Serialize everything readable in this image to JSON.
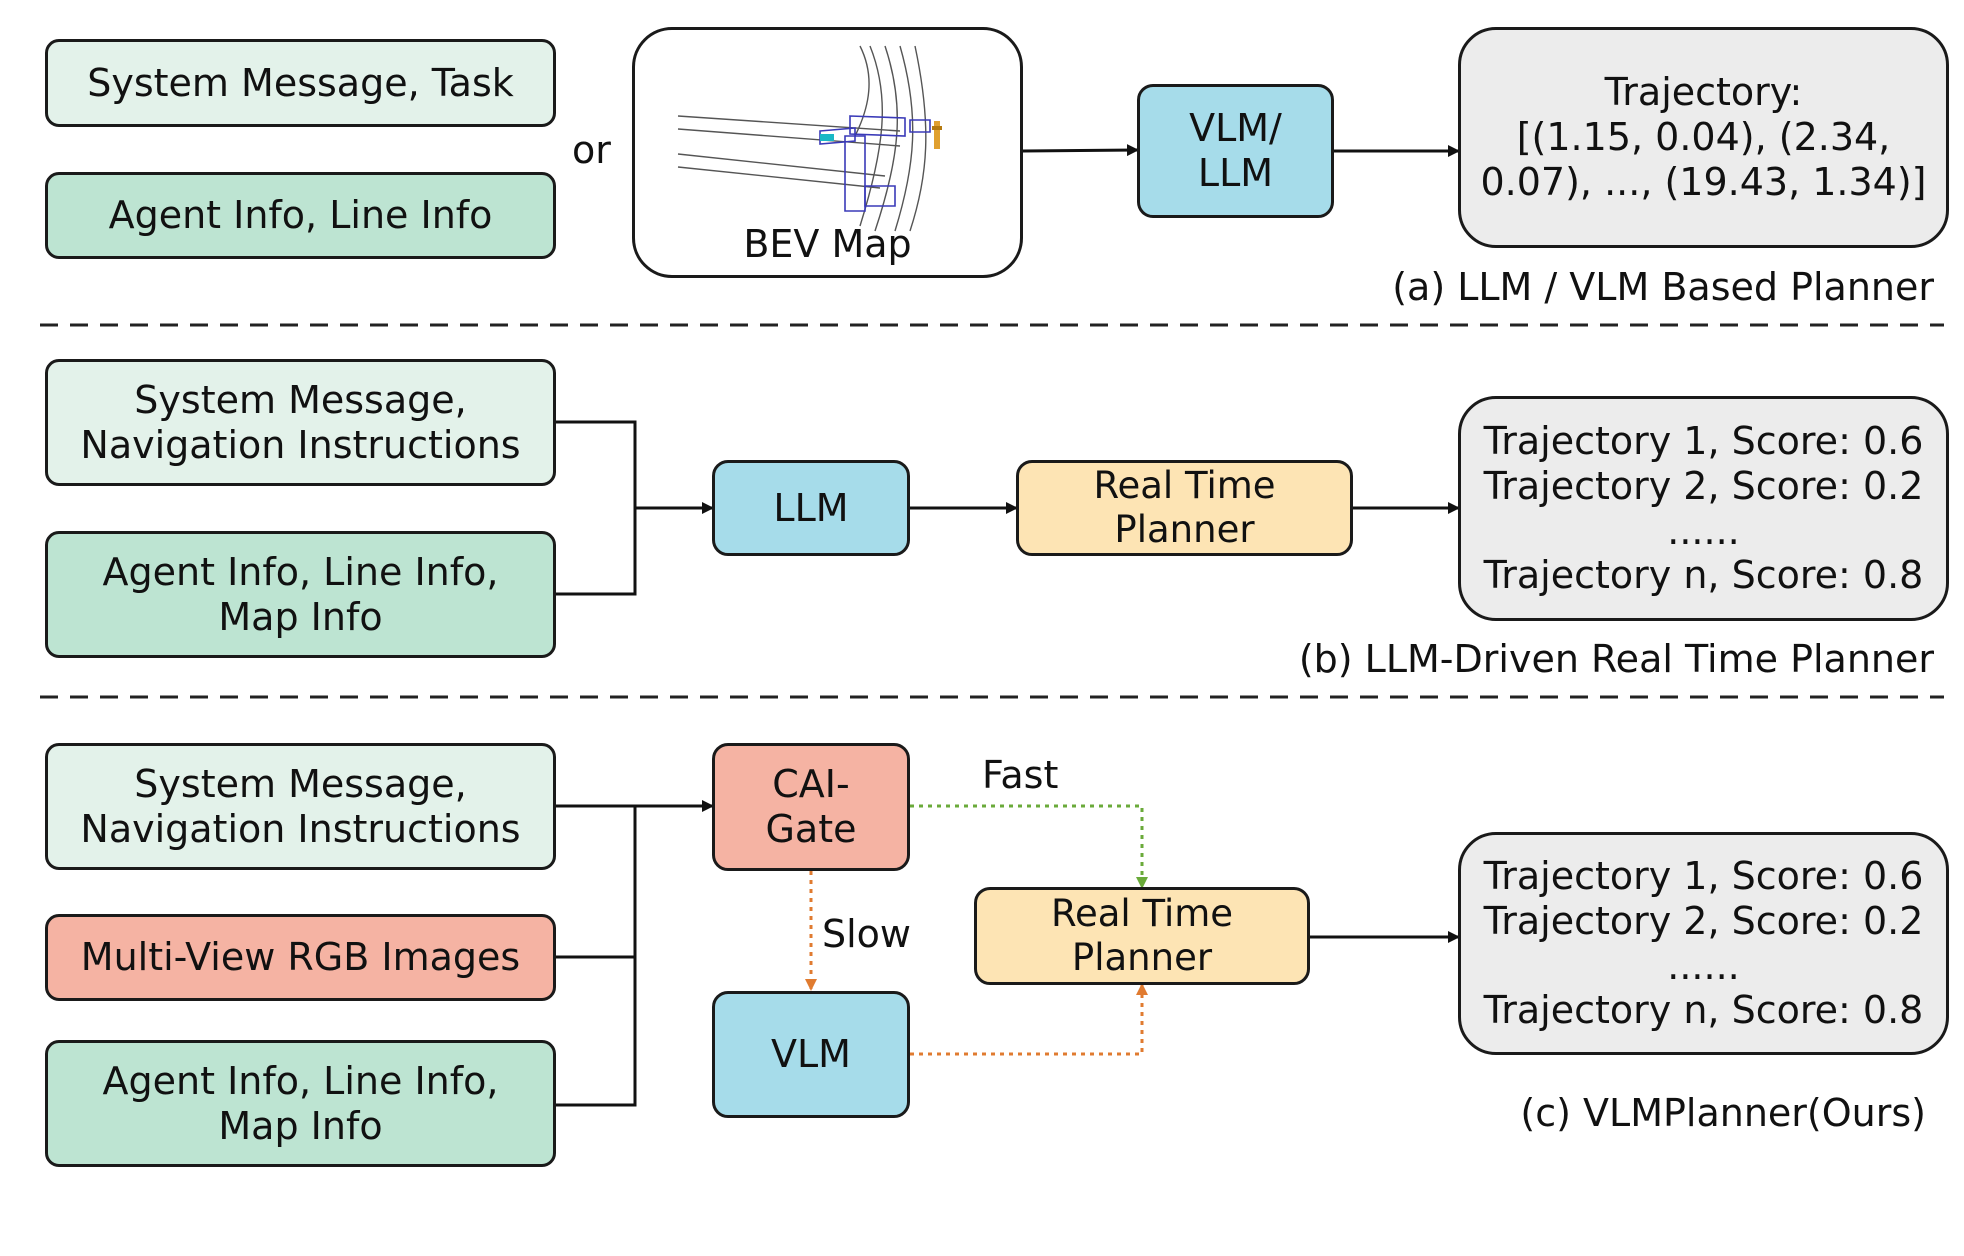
{
  "panel_a": {
    "input_system": "System Message, Task",
    "input_agent": "Agent Info, Line Info",
    "or_label": "or",
    "bev_label": "BEV Map",
    "model_lines": [
      "VLM/",
      "LLM"
    ],
    "output_lines": [
      "Trajectory:",
      "[(1.15, 0.04), (2.34,",
      "0.07), ..., (19.43, 1.34)]"
    ],
    "caption": "(a) LLM / VLM Based Planner"
  },
  "panel_b": {
    "input_system_lines": [
      "System Message,",
      "Navigation Instructions"
    ],
    "input_agent_lines": [
      "Agent Info, Line Info,",
      "Map Info"
    ],
    "model": "LLM",
    "planner_lines": [
      "Real Time",
      "Planner"
    ],
    "output_lines": [
      "Trajectory 1, Score: 0.6",
      "Trajectory 2, Score: 0.2",
      "......",
      "Trajectory n, Score: 0.8"
    ],
    "caption": "(b) LLM-Driven Real Time Planner"
  },
  "panel_c": {
    "input_system_lines": [
      "System Message,",
      "Navigation Instructions"
    ],
    "input_images": "Multi-View RGB Images",
    "input_agent_lines": [
      "Agent Info, Line Info,",
      "Map Info"
    ],
    "gate_lines": [
      "CAI-",
      "Gate"
    ],
    "fast_label": "Fast",
    "slow_label": "Slow",
    "model": "VLM",
    "planner_lines": [
      "Real Time",
      "Planner"
    ],
    "output_lines": [
      "Trajectory 1, Score: 0.6",
      "Trajectory 2, Score: 0.2",
      "......",
      "Trajectory n, Score: 0.8"
    ],
    "caption": "(c) VLMPlanner(Ours)"
  },
  "colors": {
    "input_light": "#e3f2ea",
    "input_mid": "#bde4d2",
    "input_red": "#f5b3a3",
    "model_blue": "#a6dcea",
    "planner_orange": "#fde4b4",
    "output_gray": "#ececec",
    "fast_arrow": "#6aaa3a",
    "slow_arrow": "#e07b30"
  }
}
